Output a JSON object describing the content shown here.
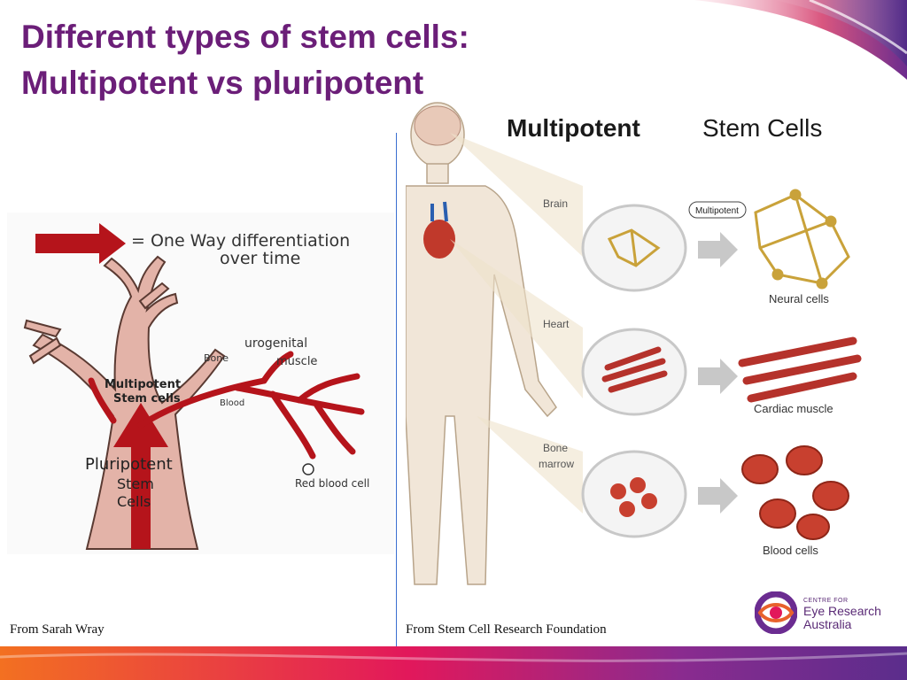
{
  "slide": {
    "title_line1": "Different types of stem cells:",
    "title_line2": "Multipotent vs pluripotent"
  },
  "left_figure": {
    "legend_text_line1": "= One Way differentiation",
    "legend_text_line2": "over time",
    "labels": {
      "urogenital": "urogenital",
      "bone": "Bone",
      "muscle": "muscle",
      "multipotent_line1": "Multipotent",
      "multipotent_line2": "Stem cells",
      "blood": "Blood",
      "pluripotent_line1": "Pluripotent",
      "pluripotent_line2": "Stem",
      "pluripotent_line3": "Cells",
      "red_blood_cell": "Red blood cell"
    },
    "colors": {
      "arrow": "#b5141b",
      "trunk": "#e3b3a8"
    }
  },
  "right_figure": {
    "heading_bold": "Multipotent",
    "heading_regular": "Stem Cells",
    "badge": "Multipotent",
    "sources": [
      "Brain",
      "Heart",
      "Bone",
      "marrow"
    ],
    "outputs": [
      "Neural cells",
      "Cardiac muscle",
      "Blood cells"
    ]
  },
  "captions": {
    "left": "From Sarah Wray",
    "right": "From Stem Cell Research Foundation"
  },
  "logo": {
    "small": "CENTRE FOR",
    "line1": "Eye Research",
    "line2": "Australia"
  },
  "theme": {
    "title_color": "#6b1e78",
    "bar_gradient": [
      "#f37021",
      "#e2185b",
      "#8a2b8f",
      "#5b2d8c"
    ]
  }
}
